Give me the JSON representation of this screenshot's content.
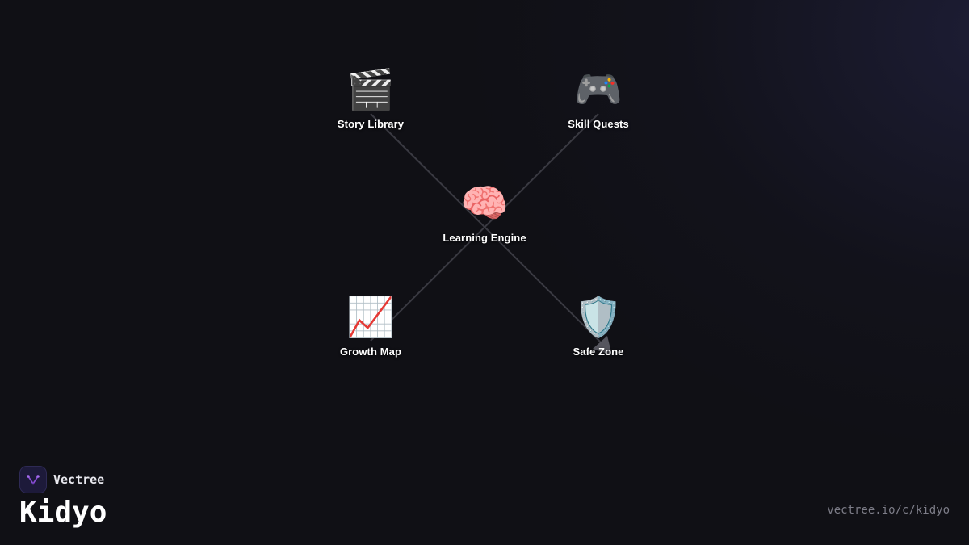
{
  "diagram": {
    "center": {
      "icon": "brain-icon",
      "glyph": "🧠",
      "label": "Learning Engine"
    },
    "nodes": [
      {
        "id": "story-library",
        "icon": "clapperboard-icon",
        "glyph": "🎬",
        "label": "Story Library"
      },
      {
        "id": "skill-quests",
        "icon": "gamepad-icon",
        "glyph": "🎮",
        "label": "Skill Quests"
      },
      {
        "id": "growth-map",
        "icon": "chart-increasing-icon",
        "glyph": "📈",
        "label": "Growth Map"
      },
      {
        "id": "safe-zone",
        "icon": "shield-icon",
        "glyph": "🛡️",
        "label": "Safe Zone"
      }
    ],
    "connector_color": "#3a3a42"
  },
  "brand": {
    "logo_icon": "vectree-logo-icon",
    "logo_color": "#8a4fd6",
    "company": "Vectree",
    "product": "Kidyo"
  },
  "footer": {
    "url": "vectree.io/c/kidyo"
  },
  "colors": {
    "background": "#101015",
    "text": "#ffffff",
    "muted": "#7d7d88"
  }
}
